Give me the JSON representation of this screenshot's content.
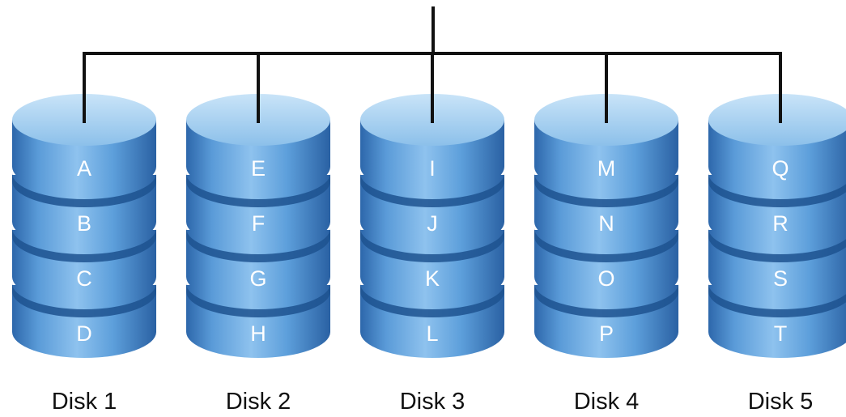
{
  "diagram": {
    "disks": [
      {
        "name": "Disk 1",
        "blocks": [
          "A",
          "B",
          "C",
          "D"
        ]
      },
      {
        "name": "Disk 2",
        "blocks": [
          "E",
          "F",
          "G",
          "H"
        ]
      },
      {
        "name": "Disk 3",
        "blocks": [
          "I",
          "J",
          "K",
          "L"
        ]
      },
      {
        "name": "Disk 4",
        "blocks": [
          "M",
          "N",
          "O",
          "P"
        ]
      },
      {
        "name": "Disk 5",
        "blocks": [
          "Q",
          "R",
          "S",
          "T"
        ]
      }
    ],
    "colors": {
      "segment_light": "#a9d2f2",
      "segment_mid": "#5d9fdb",
      "segment_dark": "#1f5a9c",
      "connector": "#111111"
    }
  }
}
